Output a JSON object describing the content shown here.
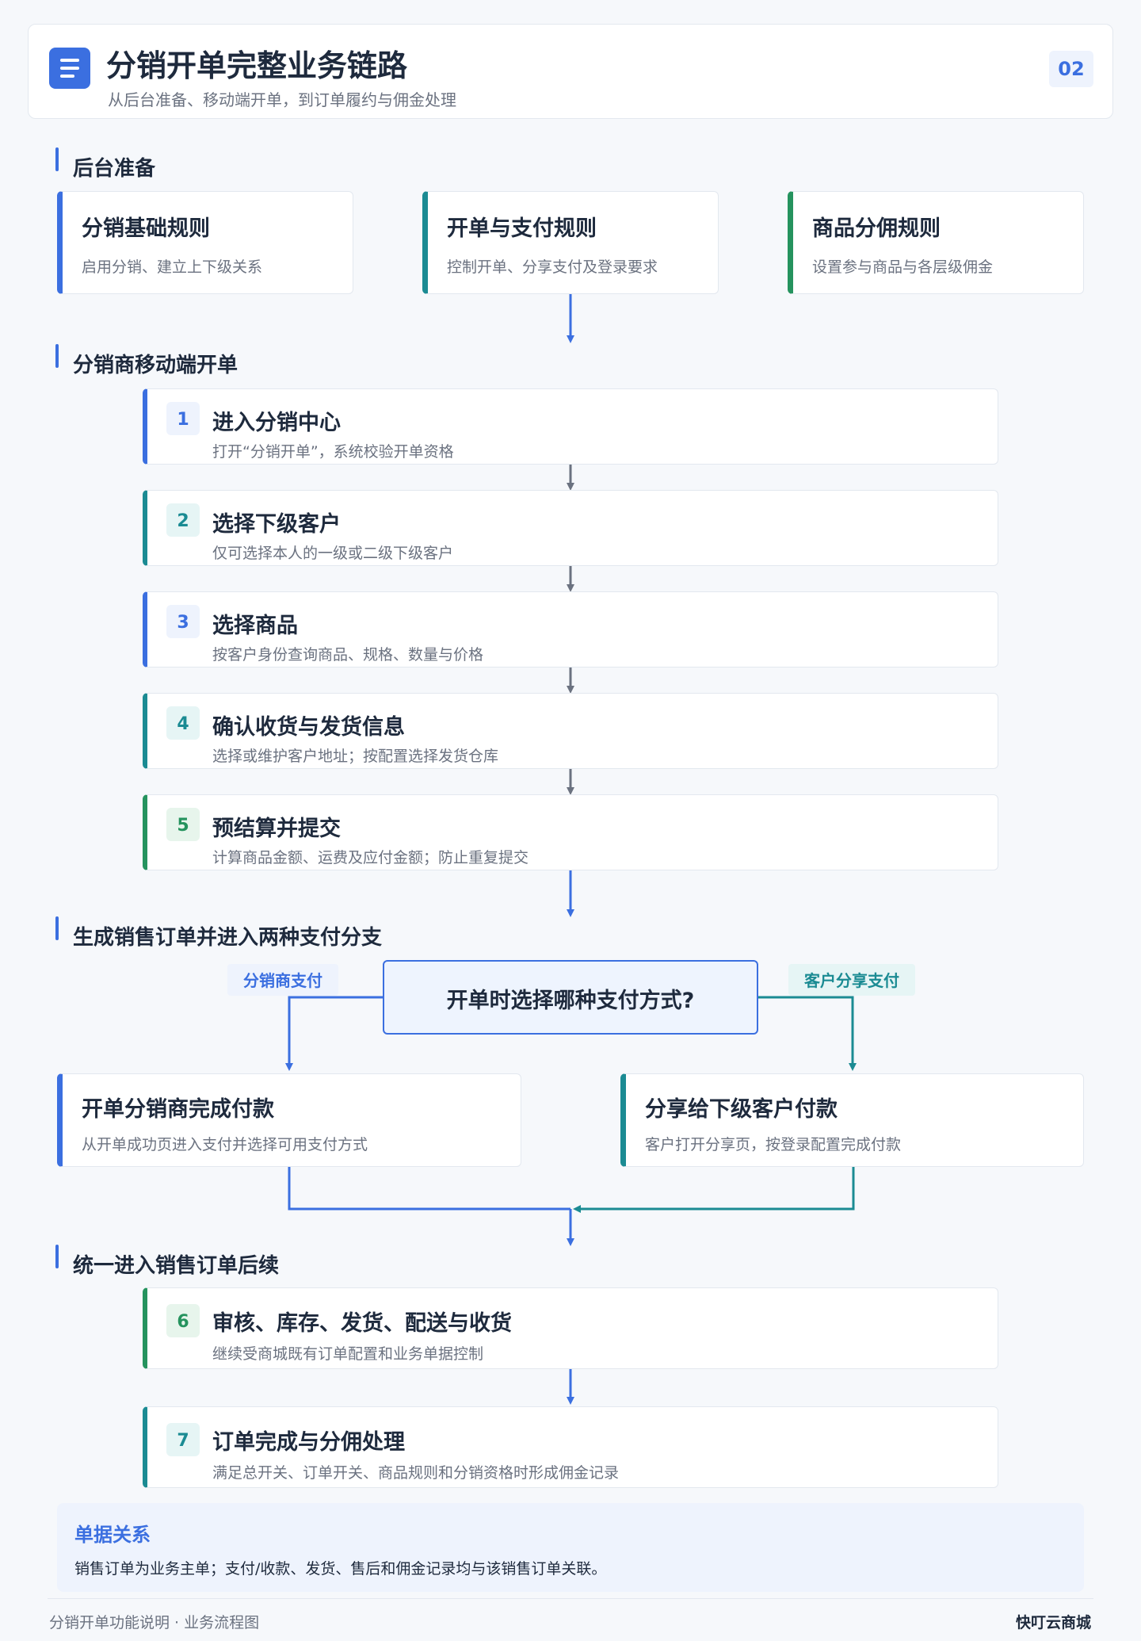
{
  "header": {
    "title": "分销开单完整业务链路",
    "subtitle": "从后台准备、移动端开单，到订单履约与佣金处理",
    "page_number": "02",
    "logo_icon": "document-list-icon"
  },
  "sections": {
    "backend": "后台准备",
    "mobile": "分销商移动端开单",
    "payment": "生成销售订单并进入两种支付分支",
    "followup": "统一进入销售订单后续"
  },
  "backend_cards": [
    {
      "title": "分销基础规则",
      "desc": "启用分销、建立上下级关系"
    },
    {
      "title": "开单与支付规则",
      "desc": "控制开单、分享支付及登录要求"
    },
    {
      "title": "商品分佣规则",
      "desc": "设置参与商品与各层级佣金"
    }
  ],
  "steps": [
    {
      "num": "1",
      "title": "进入分销中心",
      "desc": "打开“分销开单”，系统校验开单资格"
    },
    {
      "num": "2",
      "title": "选择下级客户",
      "desc": "仅可选择本人的一级或二级下级客户"
    },
    {
      "num": "3",
      "title": "选择商品",
      "desc": "按客户身份查询商品、规格、数量与价格"
    },
    {
      "num": "4",
      "title": "确认收货与发货信息",
      "desc": "选择或维护客户地址；按配置选择发货仓库"
    },
    {
      "num": "5",
      "title": "预结算并提交",
      "desc": "计算商品金额、运费及应付金额；防止重复提交"
    }
  ],
  "decision": {
    "question": "开单时选择哪种支付方式?",
    "left_label": "分销商支付",
    "right_label": "客户分享支付"
  },
  "payment_cards": [
    {
      "title": "开单分销商完成付款",
      "desc": "从开单成功页进入支付并选择可用支付方式"
    },
    {
      "title": "分享给下级客户付款",
      "desc": "客户打开分享页，按登录配置完成付款"
    }
  ],
  "followup_steps": [
    {
      "num": "6",
      "title": "审核、库存、发货、配送与收货",
      "desc": "继续受商城既有订单配置和业务单据控制"
    },
    {
      "num": "7",
      "title": "订单完成与分佣处理",
      "desc": "满足总开关、订单开关、商品规则和分销资格时形成佣金记录"
    }
  ],
  "note": {
    "title": "单据关系",
    "text": "销售订单为业务主单；支付/收款、发货、售后和佣金记录均与该销售订单关联。"
  },
  "footer": {
    "left": "分销开单功能说明 · 业务流程图",
    "right": "快叮云商城"
  },
  "colors": {
    "blue": "#3b6fe0",
    "teal": "#1b8b93",
    "green": "#25935e",
    "gray_arrow": "#6b7280"
  }
}
